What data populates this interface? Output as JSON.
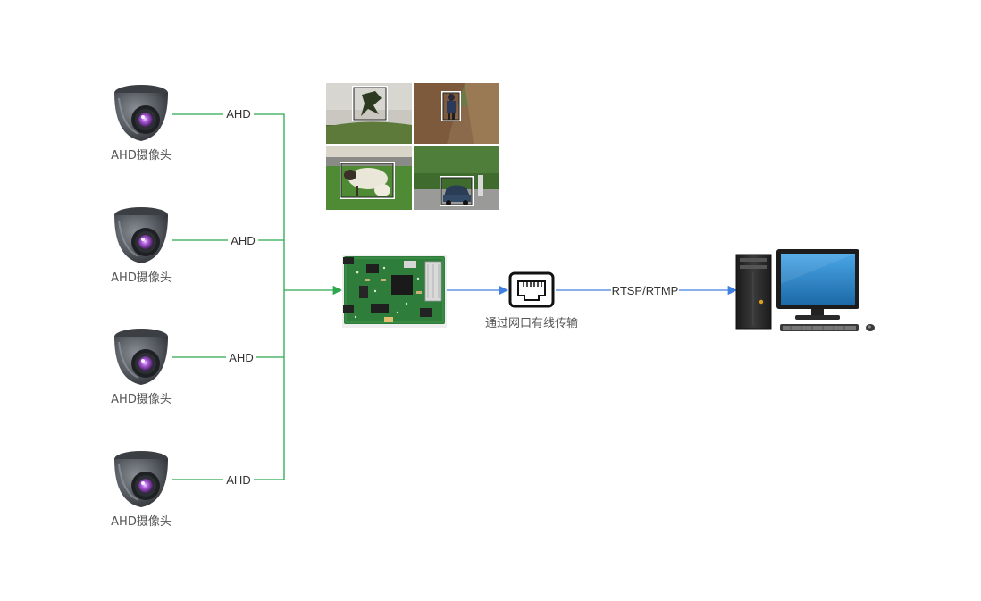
{
  "cameras": [
    {
      "label": "AHD摄像头",
      "link_label": "AHD"
    },
    {
      "label": "AHD摄像头",
      "link_label": "AHD"
    },
    {
      "label": "AHD摄像头",
      "link_label": "AHD"
    },
    {
      "label": "AHD摄像头",
      "link_label": "AHD"
    }
  ],
  "ethernet": {
    "caption": "通过网口有线传输"
  },
  "stream_link": {
    "label": "RTSP/RTMP"
  },
  "icons": [
    "dome-camera-icon",
    "circuit-board-icon",
    "ethernet-port-icon",
    "desktop-computer-icon",
    "detection-sample-image"
  ],
  "colors": {
    "ahd_line": "#2ea84f",
    "stream_line": "#3f7fe0",
    "camera_body": "#555a60",
    "lens_purple": "#8a3fb5",
    "pcb_green": "#2e7d3a",
    "monitor_screen": "#2f86c9"
  }
}
